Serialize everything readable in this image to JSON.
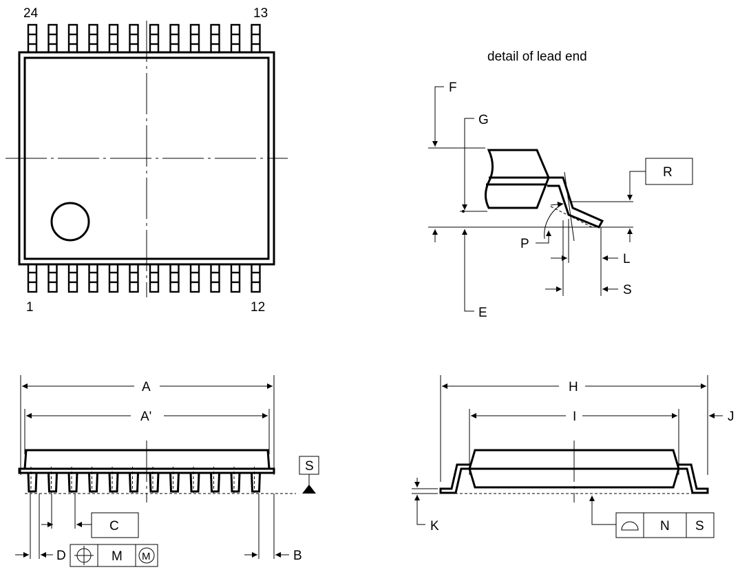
{
  "top_view": {
    "pin_top_left": "24",
    "pin_top_right": "13",
    "pin_bottom_left": "1",
    "pin_bottom_right": "12"
  },
  "lead_detail": {
    "title": "detail of lead end",
    "labels": {
      "F": "F",
      "G": "G",
      "E": "E",
      "P": "P",
      "R": "R",
      "L": "L",
      "S": "S"
    }
  },
  "side_view": {
    "labels": {
      "A": "A",
      "A_prime": "A'",
      "B": "B",
      "C": "C",
      "D": "D",
      "S": "S"
    },
    "position_frame": {
      "symbol": "position-icon",
      "value": "M",
      "modifier": "M"
    }
  },
  "end_view": {
    "labels": {
      "H": "H",
      "I": "I",
      "J": "J",
      "K": "K"
    },
    "flatness_frame": {
      "symbol": "flatness-icon",
      "value": "N",
      "datum": "S"
    }
  }
}
